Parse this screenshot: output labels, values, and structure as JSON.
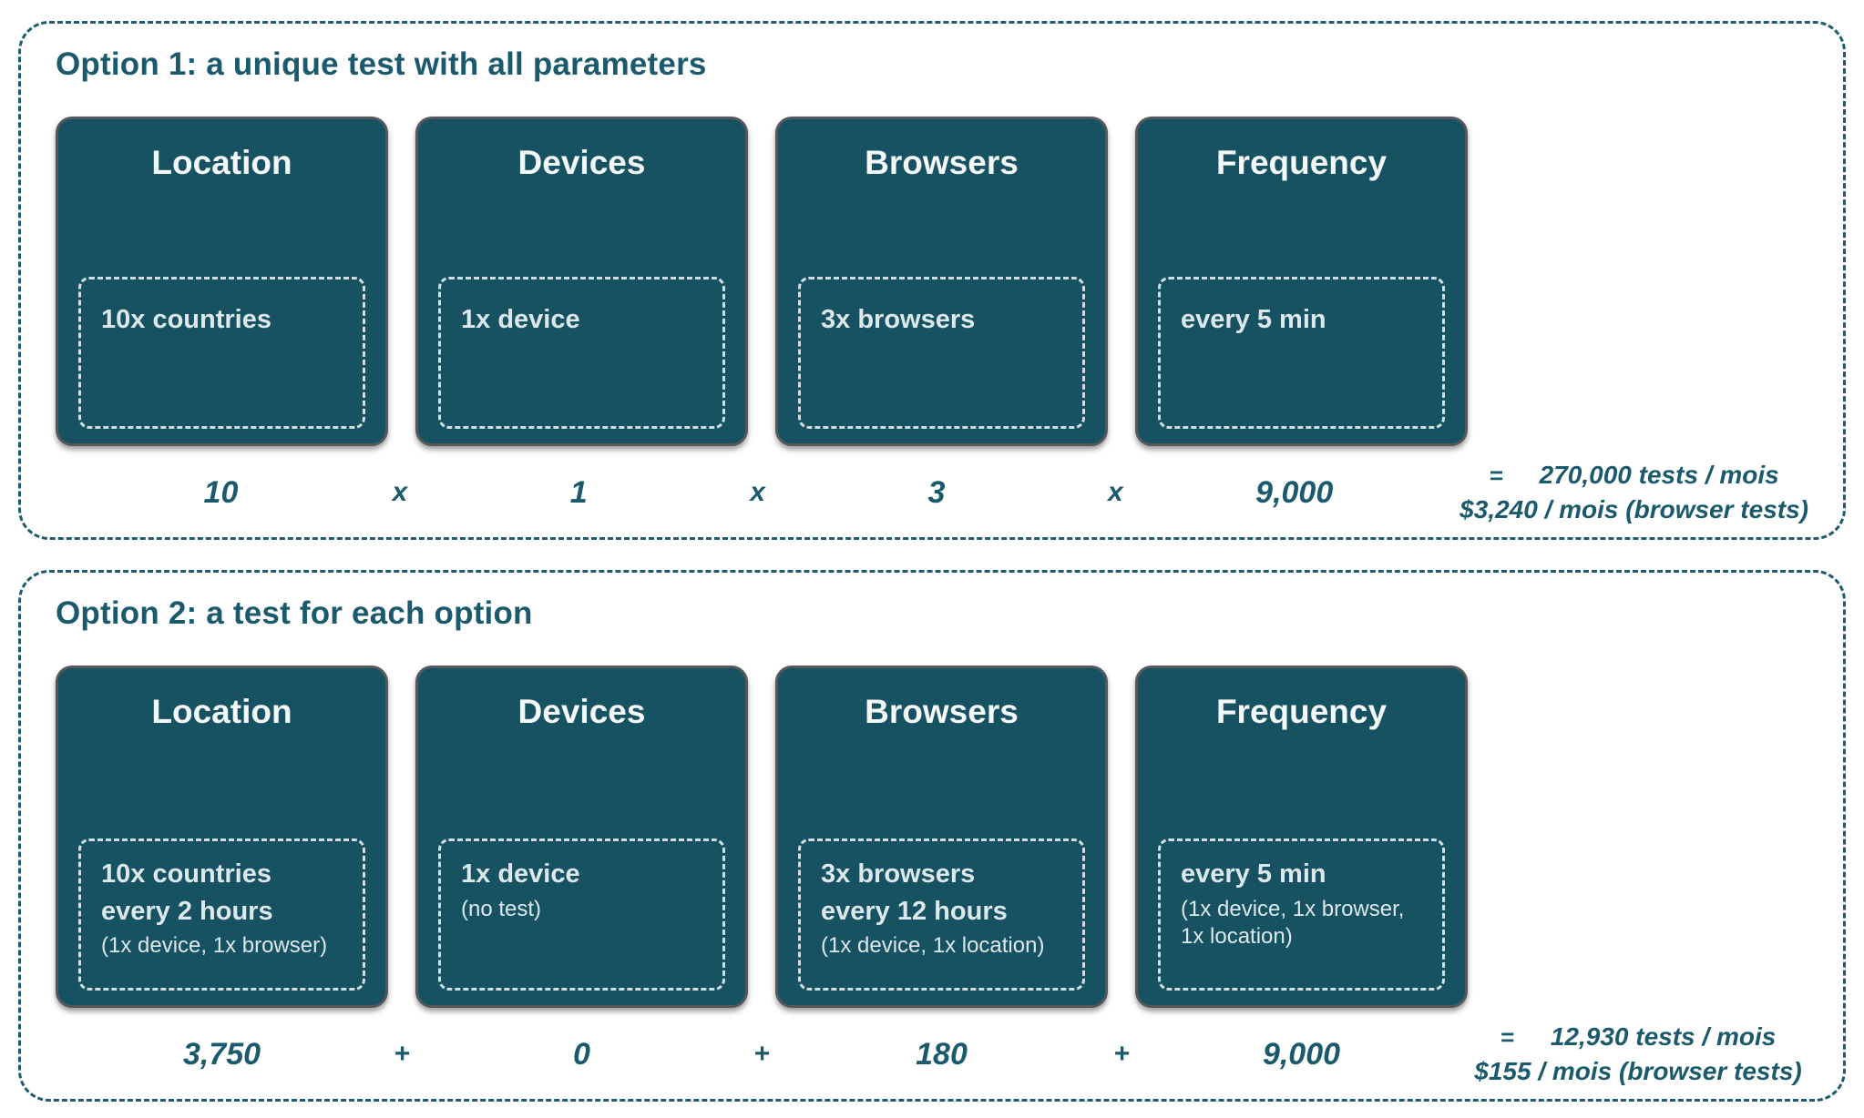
{
  "colors": {
    "card_background": "#165261",
    "teal_text": "#1b5a6c",
    "card_title_text": "#f4f8f9",
    "inner_box_text": "#dce8ec",
    "inner_dash_border": "#cfdfe4",
    "outer_dash_border": "#1d5b6d",
    "card_border": "#54585c",
    "page_background": "#ffffff"
  },
  "sections": [
    {
      "title": "Option 1: a unique test with all parameters",
      "cards": [
        {
          "title": "Location",
          "line1": "10x countries"
        },
        {
          "title": "Devices",
          "line1": "1x device"
        },
        {
          "title": "Browsers",
          "line1": "3x browsers"
        },
        {
          "title": "Frequency",
          "line1": "every 5 min"
        }
      ],
      "calc": {
        "v1": "10",
        "op1": "x",
        "v2": "1",
        "op2": "x",
        "v3": "3",
        "op3": "x",
        "v4": "9,000",
        "eq": "=",
        "r1": "270,000 tests / mois",
        "r2": "$3,240 / mois (browser tests)"
      }
    },
    {
      "title": "Option 2: a test for each option",
      "cards": [
        {
          "title": "Location",
          "line1": "10x countries",
          "line2": "every 2 hours",
          "small": "(1x device, 1x browser)"
        },
        {
          "title": "Devices",
          "line1": "1x device",
          "small": "(no test)"
        },
        {
          "title": "Browsers",
          "line1": "3x browsers",
          "line2": "every 12 hours",
          "small": "(1x device, 1x location)"
        },
        {
          "title": "Frequency",
          "line1": "every 5 min",
          "small": "(1x device, 1x browser, 1x location)"
        }
      ],
      "calc": {
        "v1": "3,750",
        "op1": "+",
        "v2": "0",
        "op2": "+",
        "v3": "180",
        "op3": "+",
        "v4": "9,000",
        "eq": "=",
        "r1": "12,930 tests / mois",
        "r2": "$155 / mois (browser tests)"
      }
    }
  ]
}
